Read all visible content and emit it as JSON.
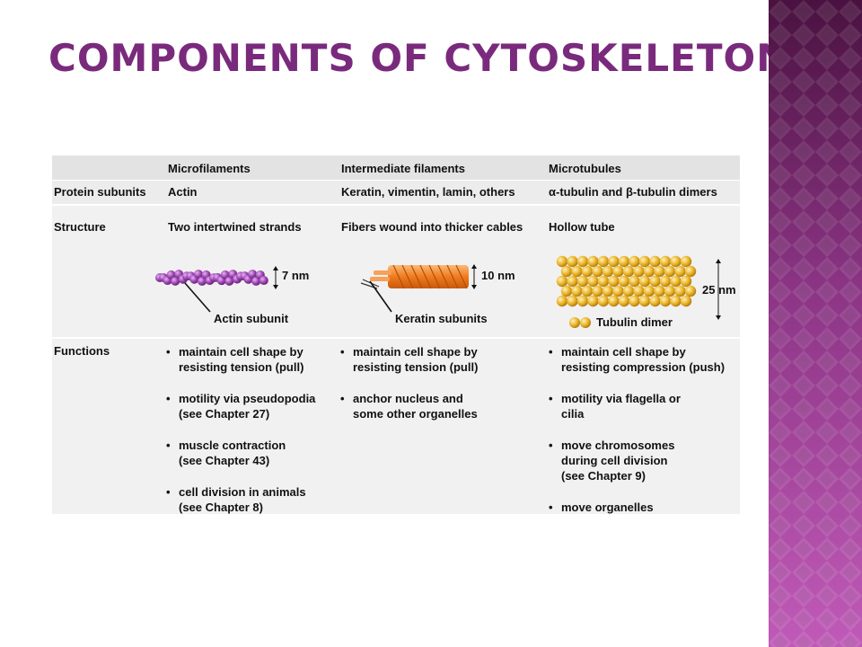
{
  "title": "COMPONENTS OF CYTOSKELETON",
  "colors": {
    "title": "#7a2a7c",
    "actin": "#9a3fb0",
    "keratin": "#f07a1e",
    "tubulin": "#e9b022",
    "side_pattern": "#b04fa9"
  },
  "table": {
    "headers": [
      "",
      "Microfilaments",
      "Intermediate filaments",
      "Microtubules"
    ],
    "protein_subunits": {
      "label": "Protein subunits",
      "values": [
        "Actin",
        "Keratin, vimentin, lamin, others",
        "α-tubulin and β-tubulin dimers"
      ]
    },
    "structure": {
      "label": "Structure",
      "values": [
        "Two intertwined strands",
        "Fibers wound into thicker cables",
        "Hollow tube"
      ],
      "figures": {
        "microfilament": {
          "size": "7 nm",
          "subunit": "Actin subunit"
        },
        "intermediate": {
          "size": "10 nm",
          "subunit": "Keratin subunits"
        },
        "microtubule": {
          "size": "25 nm",
          "subunit": "Tubulin dimer"
        }
      }
    },
    "functions": {
      "label": "Functions",
      "microfilaments": [
        "maintain cell shape by\nresisting tension (pull)",
        "motility via pseudopodia\n(see Chapter 27)",
        "muscle contraction\n(see Chapter 43)",
        "cell division in animals\n(see Chapter 8)"
      ],
      "intermediate": [
        "maintain cell shape by\nresisting tension (pull)",
        "anchor nucleus and\nsome other organelles"
      ],
      "microtubules": [
        "maintain cell shape by\nresisting compression (push)",
        "motility via flagella or\ncilia",
        "move chromosomes\nduring cell division\n(see Chapter 9)",
        "move organelles"
      ]
    }
  }
}
